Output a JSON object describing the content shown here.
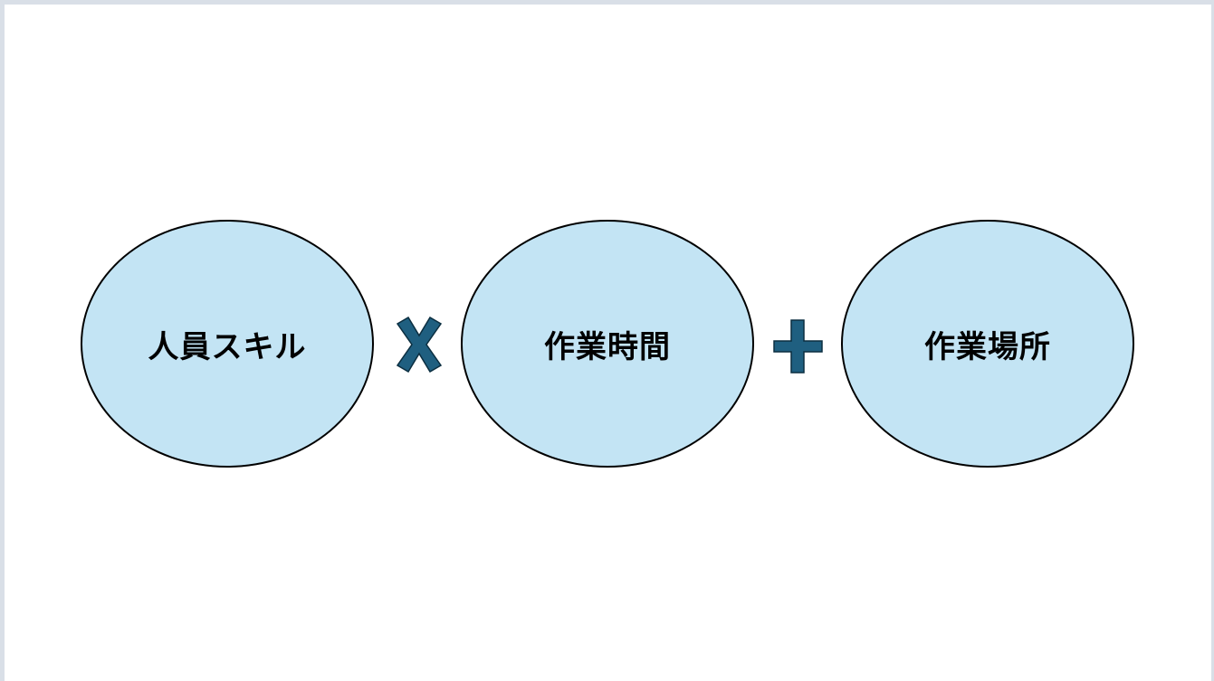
{
  "diagram": {
    "nodes": [
      {
        "label": "人員スキル"
      },
      {
        "label": "作業時間"
      },
      {
        "label": "作業場所"
      }
    ],
    "operators": [
      {
        "symbol": "multiply-icon"
      },
      {
        "symbol": "plus-icon"
      }
    ]
  },
  "colors": {
    "node_fill": "#c3e4f4",
    "node_border": "#000000",
    "operator_fill": "#1f5f80",
    "operator_stroke": "#0b2e40",
    "background": "#ffffff"
  }
}
